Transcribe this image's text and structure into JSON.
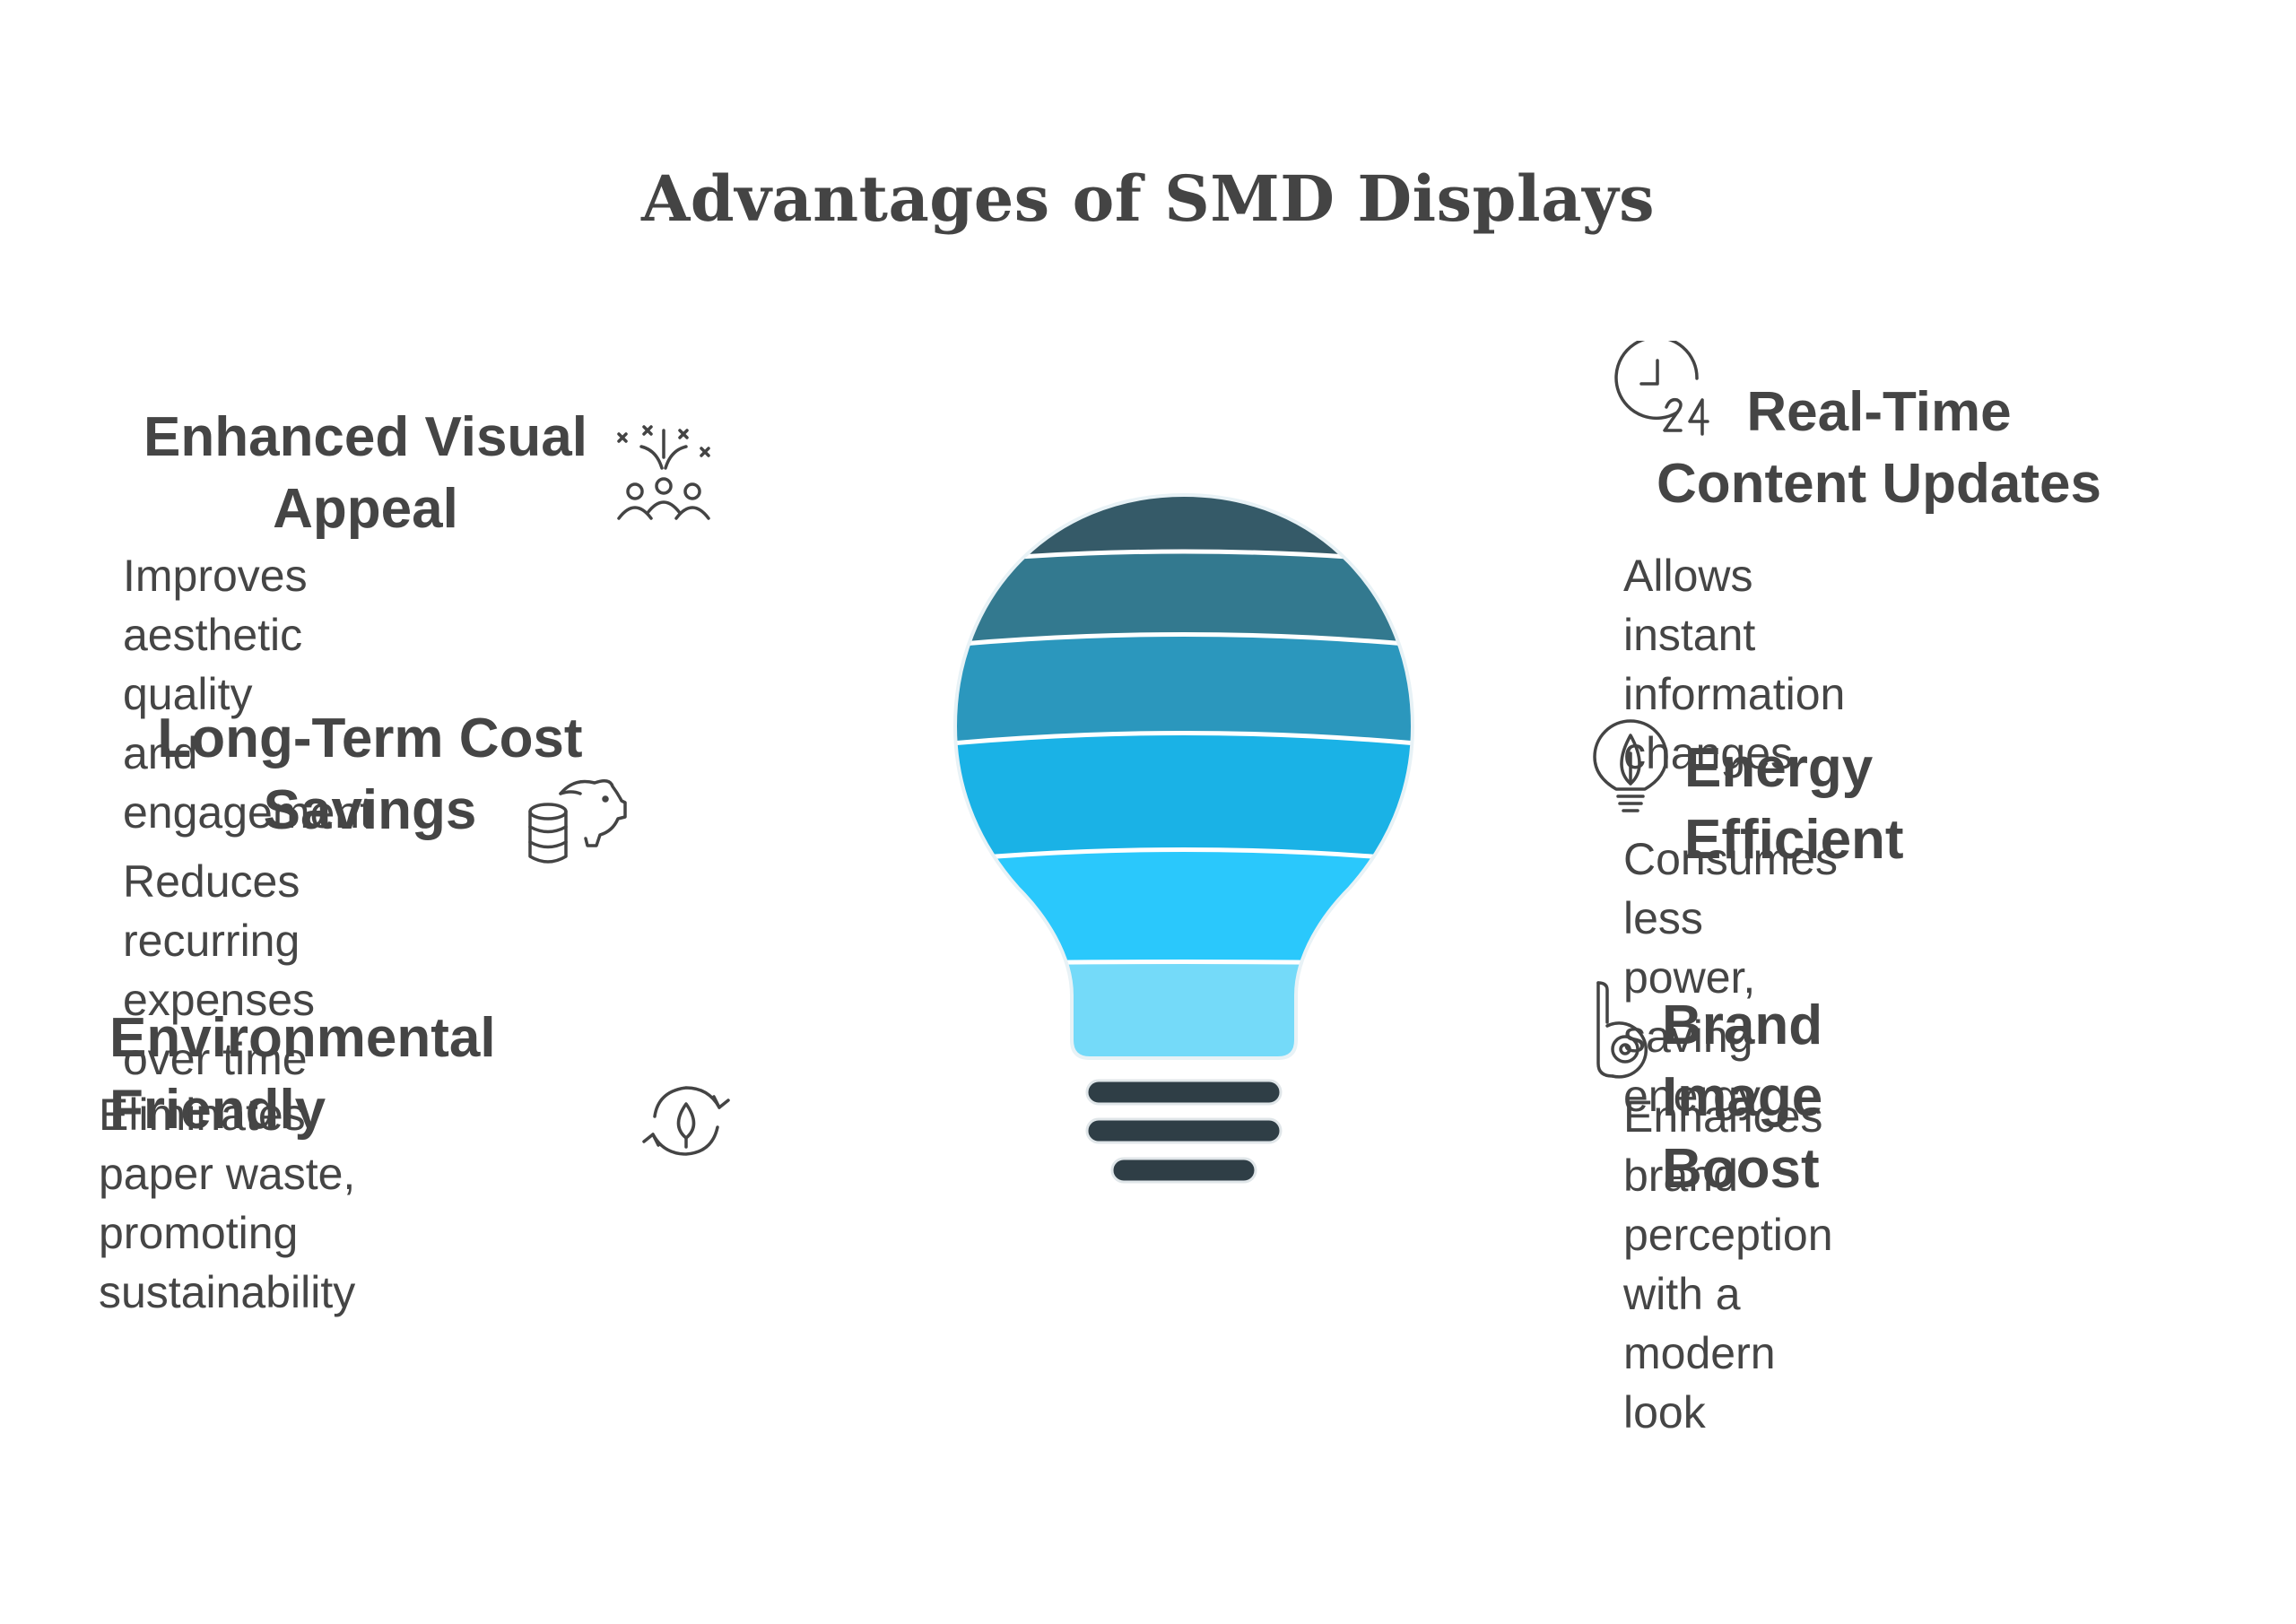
{
  "title": "Advantages of SMD Displays",
  "left_items": [
    {
      "heading_lines": [
        "Enhanced Visual",
        "Appeal"
      ],
      "description_lines": [
        "Improves aesthetic quality",
        "and engagement"
      ],
      "icon": "audience-sparkle-icon"
    },
    {
      "heading_lines": [
        "Long-Term Cost",
        "Savings"
      ],
      "description_lines": [
        "Reduces recurring",
        "expenses over time"
      ],
      "icon": "piggy-bank-coins-icon"
    },
    {
      "heading_lines": [
        "Environmental Friendly"
      ],
      "description_lines": [
        "Eliminates paper waste,",
        "promoting sustainability"
      ],
      "icon": "leaf-recycle-icon"
    }
  ],
  "right_items": [
    {
      "heading_lines": [
        "Real-Time",
        "Content Updates"
      ],
      "description_lines": [
        "Allows instant",
        "information changes"
      ],
      "icon": "clock-24-icon"
    },
    {
      "heading_lines": [
        "Energy Efficient"
      ],
      "description_lines": [
        "Consumes less",
        "power, saving energy"
      ],
      "icon": "leaf-bulb-icon"
    },
    {
      "heading_lines": [
        "Brand Image Boost"
      ],
      "description_lines": [
        "Enhances brand perception",
        "with a modern look"
      ],
      "icon": "brand-b-icon"
    }
  ],
  "colors": {
    "text": "#454545",
    "bulb_layers": [
      "#355a68",
      "#33798f",
      "#2b97bd",
      "#1ab2e6",
      "#2ac8fc",
      "#74daf9"
    ],
    "bulb_base": "#2f3e46"
  }
}
